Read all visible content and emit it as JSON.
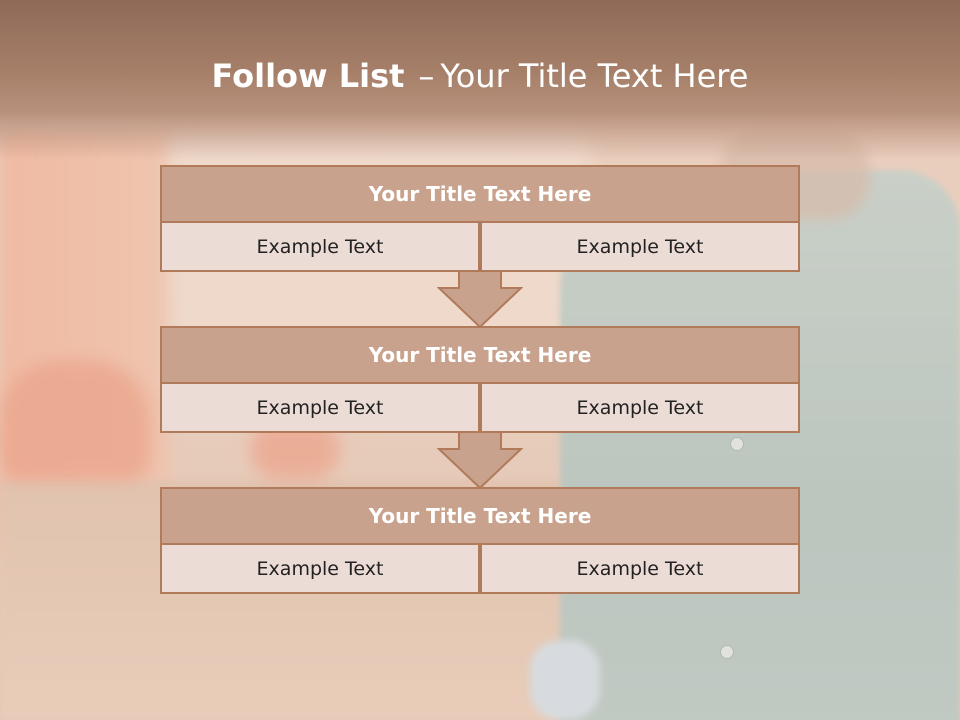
{
  "slide": {
    "title_strong": "Follow List",
    "title_dash": "–",
    "title_rest": "Your Title Text Here"
  },
  "flow": [
    {
      "title": "Your Title Text Here",
      "left": "Example Text",
      "right": "Example Text"
    },
    {
      "title": "Your Title Text Here",
      "left": "Example Text",
      "right": "Example Text"
    },
    {
      "title": "Your Title Text Here",
      "left": "Example Text",
      "right": "Example Text"
    }
  ],
  "colors": {
    "header": "#a67f69",
    "box_fill": "#c8a28c",
    "box_border": "#b07a5b",
    "cell_fill": "#ecdcd6",
    "arrow_fill": "#c8a28c"
  },
  "icons": [
    "down-arrow-icon"
  ]
}
